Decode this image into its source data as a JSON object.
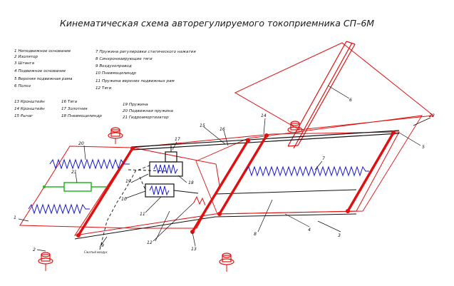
{
  "title": "Кинематическая схема авторегулируемого токоприемника СП–6М",
  "legend": [
    "1  Неподвижное основание",
    "2  Изолятор",
    "3  Штанга",
    "4  Подвижное основание",
    "5  Верхняя подвижная рама",
    "6  Полоз",
    "7  Пружина регулировки статического нажатия",
    "8  Синхронизирующие тяги",
    "9  Воздухопровод",
    "10  Пневмоцилиндр",
    "11  Пружина верхних подвижных рам",
    "12  Тяги",
    "13  Кронштейн",
    "14  Кронштейн",
    "15  Рычаг",
    "16  Тяга",
    "17  Золотник",
    "18  Пневмоцилиндр",
    "19  Пружина",
    "20  Подвижная пружина",
    "21  Гидроамортизатор"
  ],
  "callouts": [
    "1",
    "2",
    "3",
    "4",
    "5",
    "6",
    "7",
    "8",
    "9",
    "10",
    "11",
    "12",
    "13",
    "14",
    "15",
    "16",
    "17",
    "18",
    "19",
    "20",
    "21",
    "22"
  ],
  "air_label": "Сжатый воздух",
  "colors": {
    "frame": "#e01010",
    "spring": "#1a1ad0",
    "damper": "#22b822",
    "line": "#111111"
  }
}
